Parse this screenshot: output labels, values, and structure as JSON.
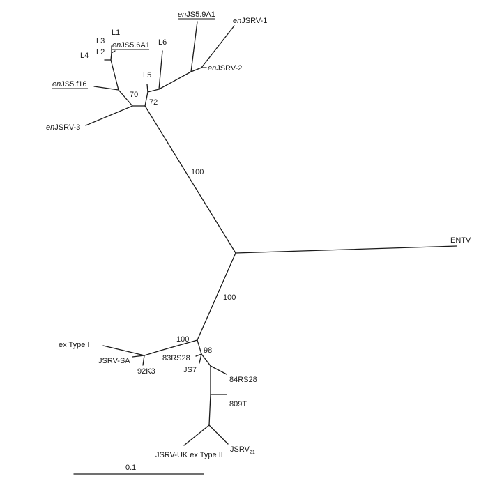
{
  "figure": {
    "tip_labels": {
      "enJS5_9A1": {
        "prefix": "en",
        "text": "JS5.9A1",
        "underlined": true
      },
      "enJSRV_1": {
        "prefix": "en",
        "text": "JSRV-1"
      },
      "L1": {
        "text": "L1"
      },
      "L3": {
        "text": "L3"
      },
      "L2": {
        "text": "L2"
      },
      "L4": {
        "text": "L4"
      },
      "enJS5_6A1": {
        "prefix": "en",
        "text": "JS5.6A1",
        "underlined": true
      },
      "L6": {
        "text": "L6"
      },
      "L5": {
        "text": "L5"
      },
      "enJSRV_2": {
        "prefix": "en",
        "text": "JSRV-2"
      },
      "enJS5_f16": {
        "prefix": "en",
        "text": "JS5.f16",
        "underlined": true
      },
      "enJSRV_3": {
        "prefix": "en",
        "text": "JSRV-3"
      },
      "ENTV": {
        "text": "ENTV"
      },
      "exTypeI": {
        "text": "ex Type I"
      },
      "JSRV_SA": {
        "text": "JSRV-SA"
      },
      "t92K3": {
        "text": "92K3"
      },
      "t83RS28": {
        "text": "83RS28"
      },
      "JS7": {
        "text": "JS7"
      },
      "t84RS28": {
        "text": "84RS28"
      },
      "t809T": {
        "text": "809T"
      },
      "JSRV_UK": {
        "text": "JSRV-UK ex Type II"
      },
      "JSRV21": {
        "text": "JSRV",
        "subscript": "21"
      }
    },
    "bootstrap": {
      "b70": "70",
      "b72": "72",
      "b100_upper": "100",
      "b100_lower": "100",
      "b100_ex": "100",
      "b98": "98"
    },
    "scale_bar": {
      "label": "0.1"
    }
  }
}
